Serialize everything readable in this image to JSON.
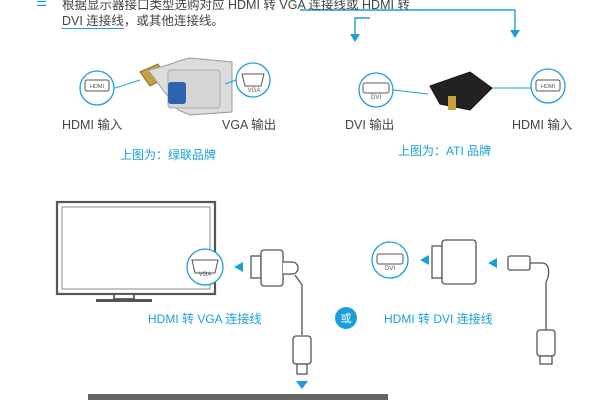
{
  "instructions": {
    "marker": "☰",
    "line1": "根据显示器接口类型选购对应 HDMI 转 VGA 连接线或 HDMI 转",
    "line2_a": "DVI 连接线",
    "line2_b": "，或其他连接线。"
  },
  "adapter_left": {
    "hdmi_badge": "HDMI",
    "vga_badge": "VGA",
    "input_label": "HDMI 输入",
    "output_label": "VGA 输出",
    "caption": "上图为：绿联品牌"
  },
  "adapter_right": {
    "dvi_badge": "DVI",
    "hdmi_badge": "HDMI",
    "output_label": "DVI 输出",
    "input_label": "HDMI 输入",
    "caption": "上图为：ATI 品牌"
  },
  "diagram": {
    "vga_badge": "VGA",
    "dvi_badge": "DVI",
    "cable_vga_label": "HDMI 转 VGA 连接线",
    "or_label": "或",
    "cable_dvi_label": "HDMI 转 DVI 连接线"
  },
  "colors": {
    "accent": "#1a9fd9",
    "stroke": "#555555"
  }
}
